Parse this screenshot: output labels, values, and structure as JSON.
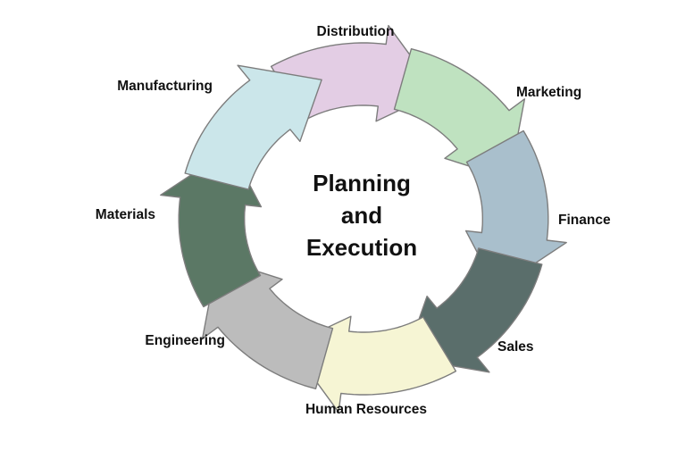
{
  "diagram": {
    "center": [
      "Planning",
      "and",
      "Execution"
    ],
    "segments": [
      {
        "label": "Distribution",
        "color": "#e3cde4"
      },
      {
        "label": "Marketing",
        "color": "#bfe2c0"
      },
      {
        "label": "Finance",
        "color": "#a9bfcc"
      },
      {
        "label": "Sales",
        "color": "#5a6e6b"
      },
      {
        "label": "Human Resources",
        "color": "#f6f5d4"
      },
      {
        "label": "Engineering",
        "color": "#bcbcbc"
      },
      {
        "label": "Materials",
        "color": "#5b7865"
      },
      {
        "label": "Manufacturing",
        "color": "#cbe6ea"
      }
    ]
  }
}
